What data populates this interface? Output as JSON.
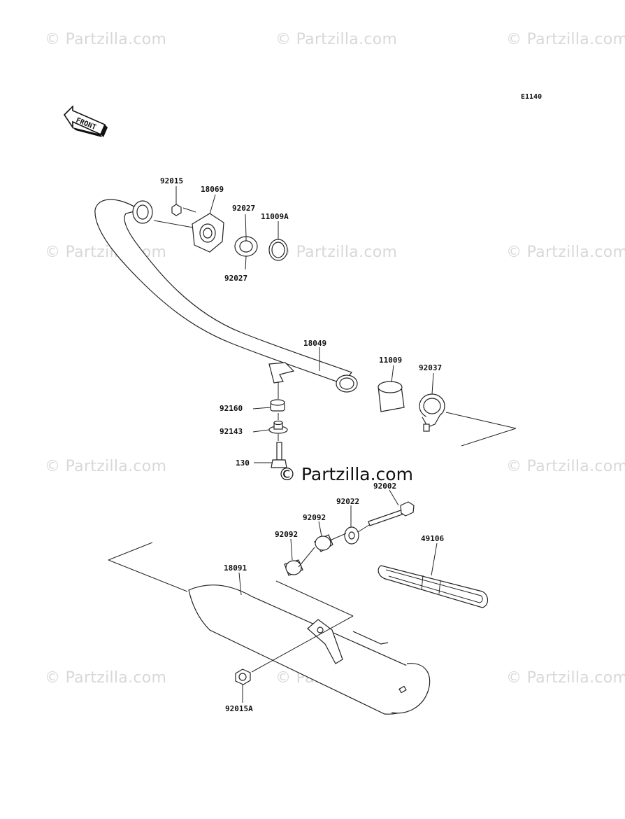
{
  "diagram_code": "E1140",
  "front_arrow_label": "FRONT",
  "watermarks": {
    "text": "© Partzilla.com",
    "center_text": "© Partzilla.com"
  },
  "parts": {
    "p92015": "92015",
    "p18069": "18069",
    "p92027_top": "92027",
    "p11009A": "11009A",
    "p92027_bottom": "92027",
    "p18049": "18049",
    "p11009": "11009",
    "p92037": "92037",
    "p92160": "92160",
    "p92143": "92143",
    "p130": "130",
    "p92002": "92002",
    "p92022": "92022",
    "p92092_top": "92092",
    "p92092_bottom": "92092",
    "p18091": "18091",
    "p49106": "49106",
    "p92015A": "92015A"
  }
}
